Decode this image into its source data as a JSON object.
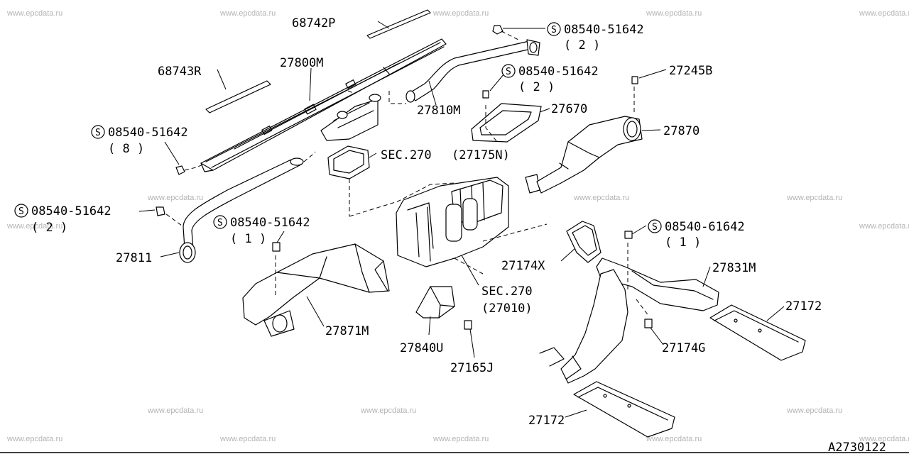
{
  "watermark": "www.epcdata.ru",
  "diagram_code": "A2730122",
  "labels": {
    "p68742P": "68742P",
    "p68743R": "68743R",
    "p27800M": "27800M",
    "p27810M": "27810M",
    "p27670": "27670",
    "p27245B": "27245B",
    "p27870": "27870",
    "p27811": "27811",
    "p27871M": "27871M",
    "p27174X": "27174X",
    "p27831M": "27831M",
    "p27172a": "27172",
    "p27172b": "27172",
    "p27174G": "27174G",
    "p27840U": "27840U",
    "p27165J": "27165J",
    "sec_a": "SEC.270",
    "sec_a_ref": "(27175N)",
    "sec_b": "SEC.270",
    "sec_b_ref": "(27010)"
  },
  "screws": {
    "s1": {
      "symbol": "S",
      "part": "08540-51642",
      "qty": "( 2 )"
    },
    "s2": {
      "symbol": "S",
      "part": "08540-51642",
      "qty": "( 2 )"
    },
    "s3": {
      "symbol": "S",
      "part": "08540-51642",
      "qty": "( 8 )"
    },
    "s4": {
      "symbol": "S",
      "part": "08540-51642",
      "qty": "( 2 )"
    },
    "s5": {
      "symbol": "S",
      "part": "08540-51642",
      "qty": "( 1 )"
    },
    "s6": {
      "symbol": "S",
      "part": "08540-61642",
      "qty": "( 1 )"
    }
  }
}
